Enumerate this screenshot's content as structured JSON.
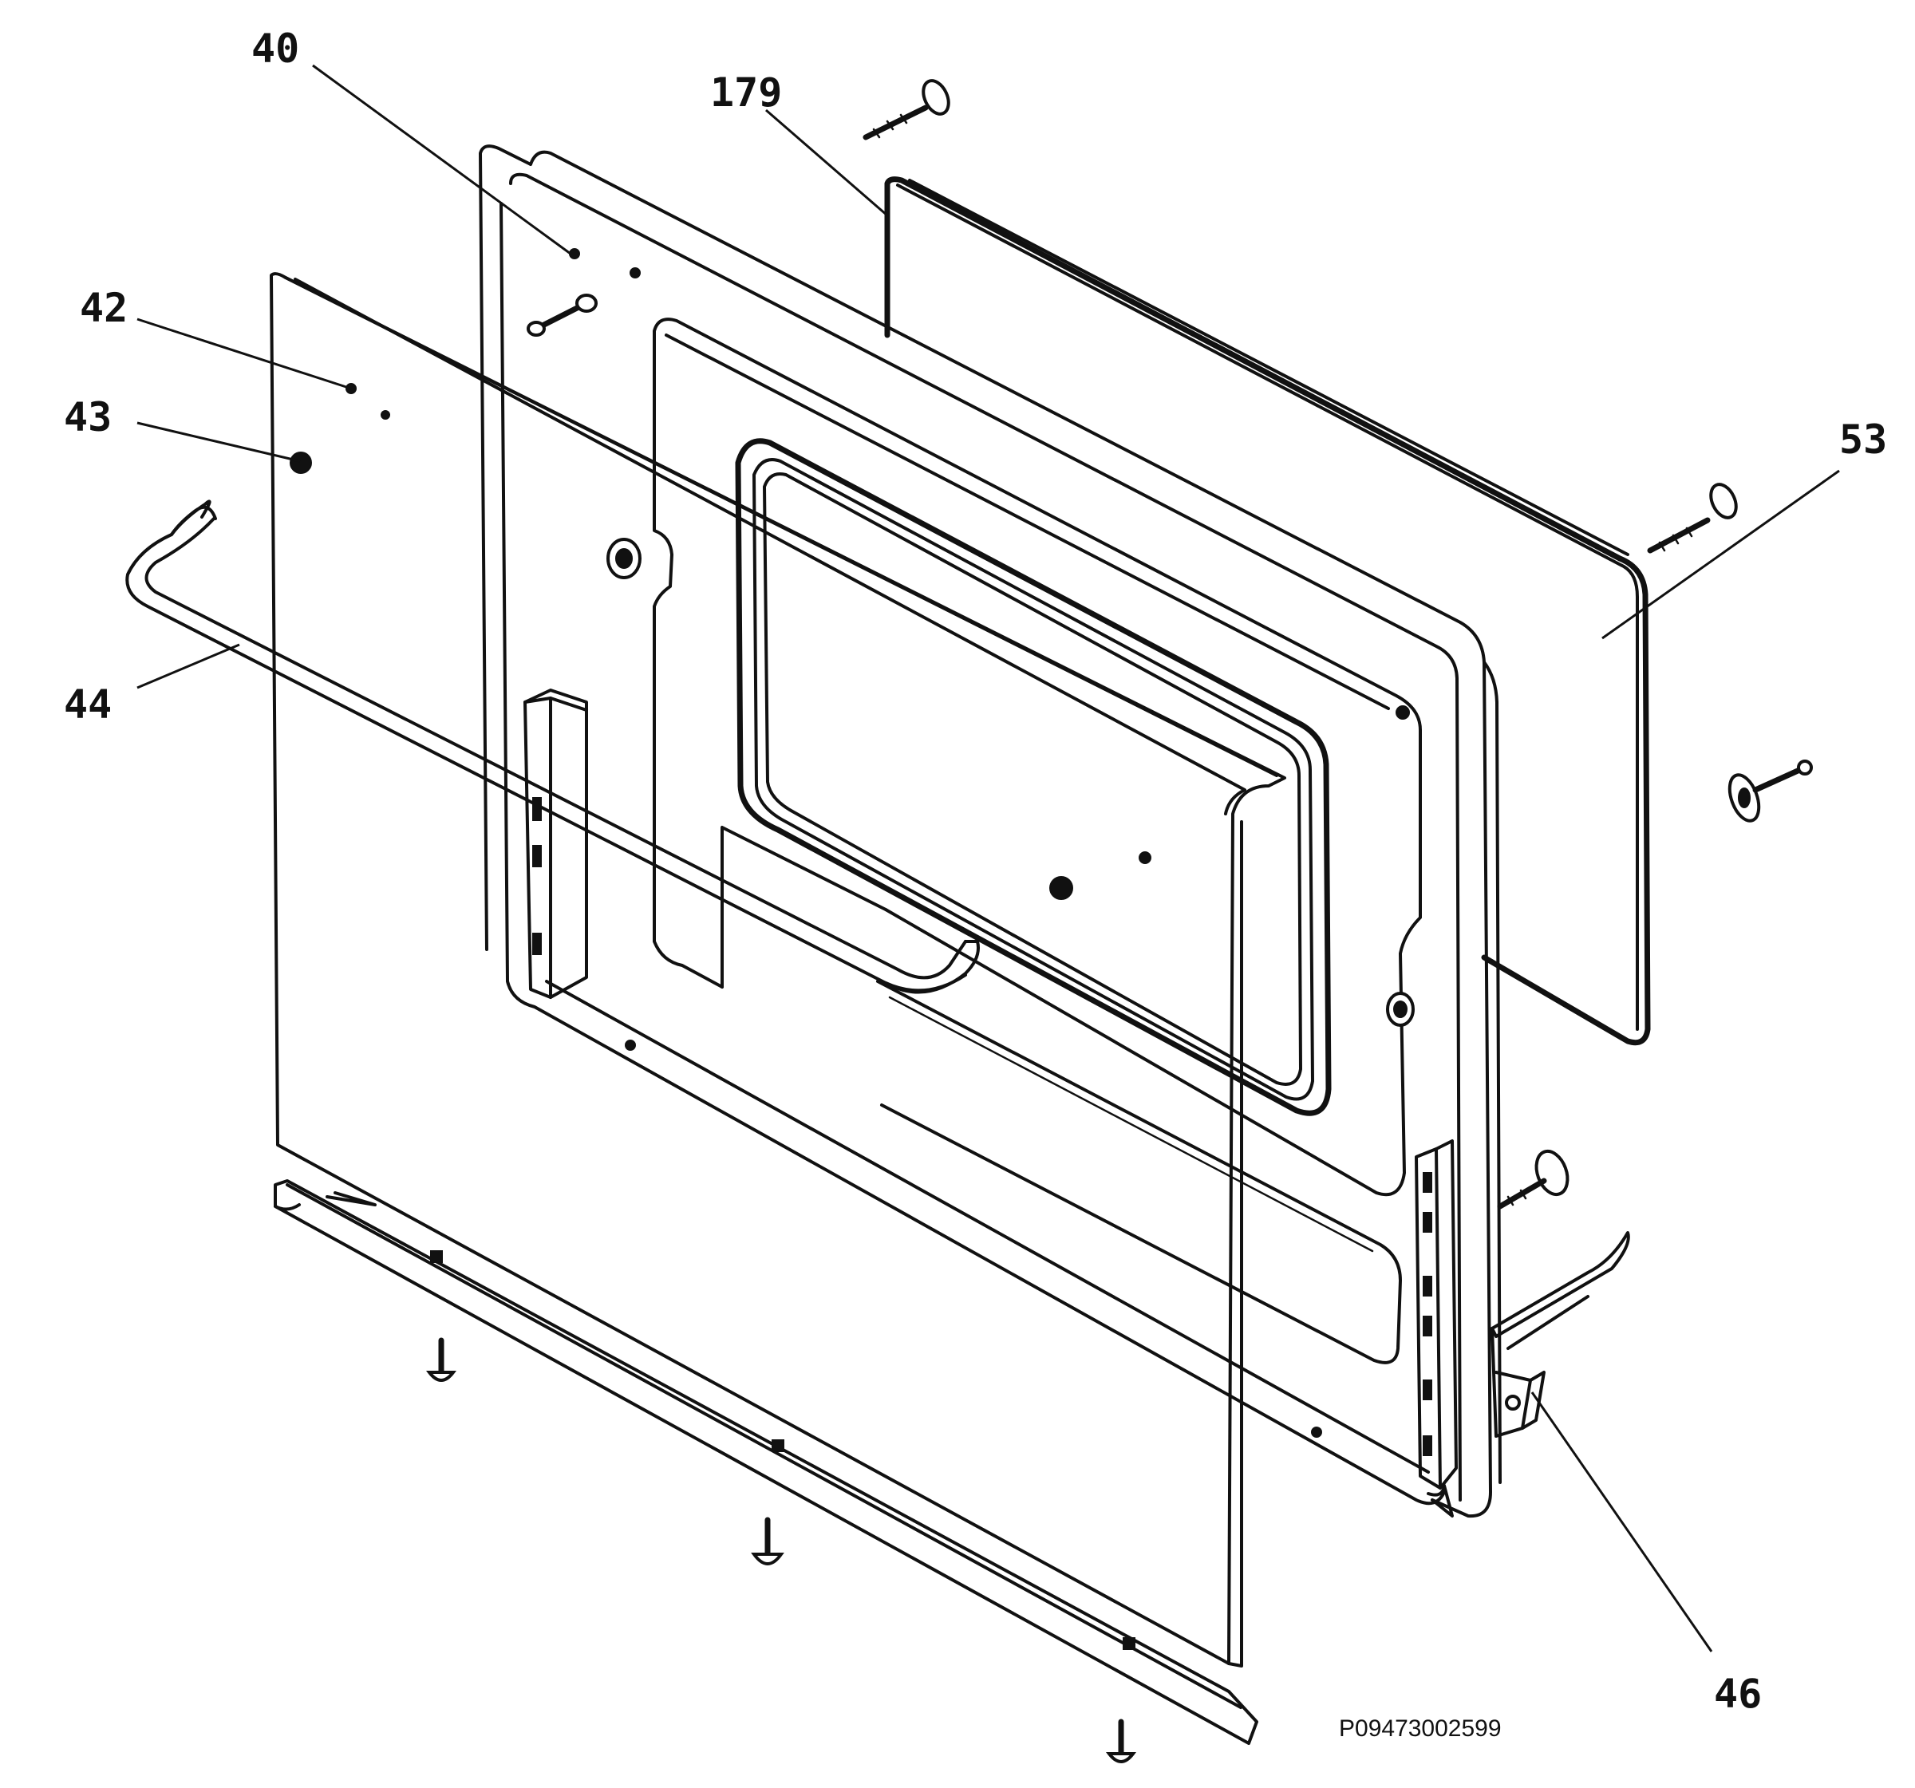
{
  "callouts": [
    {
      "id": "40",
      "label": "40"
    },
    {
      "id": "179",
      "label": "179"
    },
    {
      "id": "42",
      "label": "42"
    },
    {
      "id": "43",
      "label": "43"
    },
    {
      "id": "53",
      "label": "53"
    },
    {
      "id": "44",
      "label": "44"
    },
    {
      "id": "46",
      "label": "46"
    }
  ],
  "drawing_id": "P09473002599"
}
